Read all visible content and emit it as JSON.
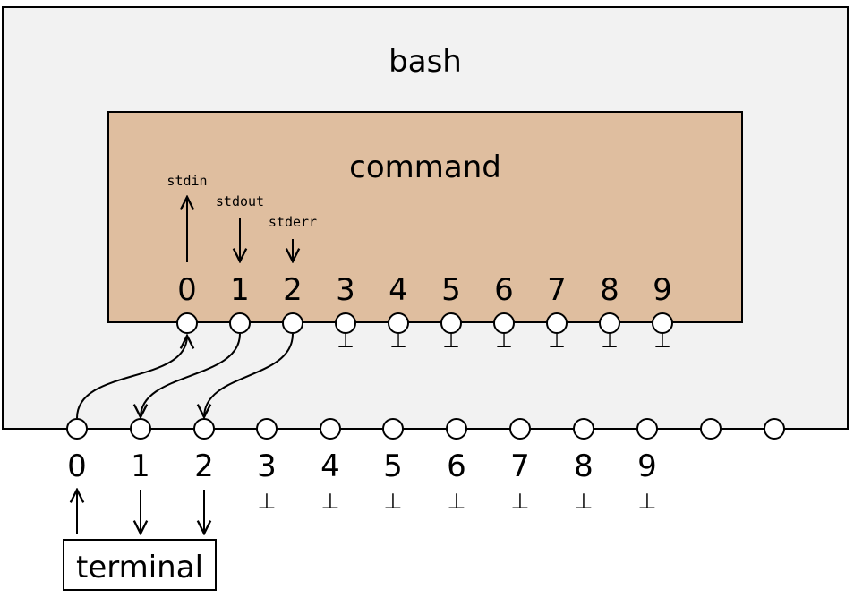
{
  "bash": {
    "label": "bash",
    "fill": "#f2f2f2"
  },
  "command": {
    "label": "command",
    "fill": "#dfbe9f",
    "fd_labels": [
      "0",
      "1",
      "2",
      "3",
      "4",
      "5",
      "6",
      "7",
      "8",
      "9"
    ],
    "streams": [
      "stdin",
      "stdout",
      "stderr"
    ],
    "closed_symbol": "⊥"
  },
  "bash_fds": {
    "fd_labels": [
      "0",
      "1",
      "2",
      "3",
      "4",
      "5",
      "6",
      "7",
      "8",
      "9"
    ],
    "closed_symbol": "⊥"
  },
  "terminal": {
    "label": "terminal"
  }
}
